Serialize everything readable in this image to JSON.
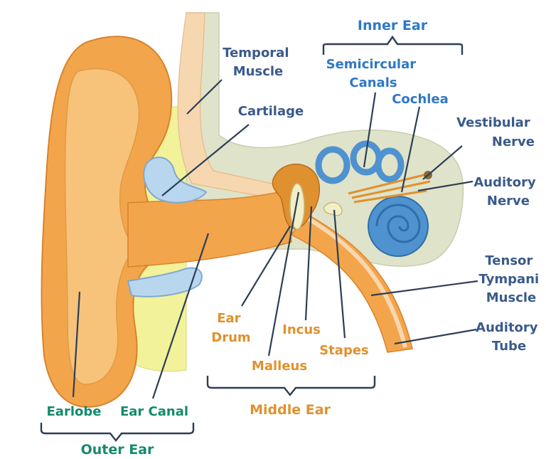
{
  "groups": {
    "inner_ear": "Inner Ear",
    "middle_ear": "Middle Ear",
    "outer_ear": "Outer Ear"
  },
  "labels": {
    "temporal_muscle": [
      "Temporal",
      "Muscle"
    ],
    "cartilage": "Cartilage",
    "semicircular_canals": [
      "Semicircular",
      "Canals"
    ],
    "cochlea": "Cochlea",
    "vestibular_nerve": [
      "Vestibular",
      "Nerve"
    ],
    "auditory_nerve": [
      "Auditory",
      "Nerve"
    ],
    "tensor_tympani_muscle": [
      "Tensor",
      "Tympani",
      "Muscle"
    ],
    "auditory_tube": [
      "Auditory",
      "Tube"
    ],
    "ear_drum": [
      "Ear",
      "Drum"
    ],
    "incus": "Incus",
    "malleus": "Malleus",
    "stapes": "Stapes",
    "earlobe": "Earlobe",
    "ear_canal": "Ear Canal"
  },
  "colors": {
    "inner_ear_text": "#2f78c4",
    "right_text": "#3a5a8c",
    "middle_ear_text": "#e0912f",
    "outer_ear_text": "#148a6c",
    "ear_skin": "#f3a54c",
    "ear_skin_light": "#f7c27a",
    "ear_outline": "#d9822b",
    "bone_tissue": "#dfe3c9",
    "cartilage_yellow": "#f1f29a",
    "cochlea_blue": "#4f92d0",
    "cartilage_blue": "#b9d6ef",
    "leader_line": "#2d3e55"
  }
}
